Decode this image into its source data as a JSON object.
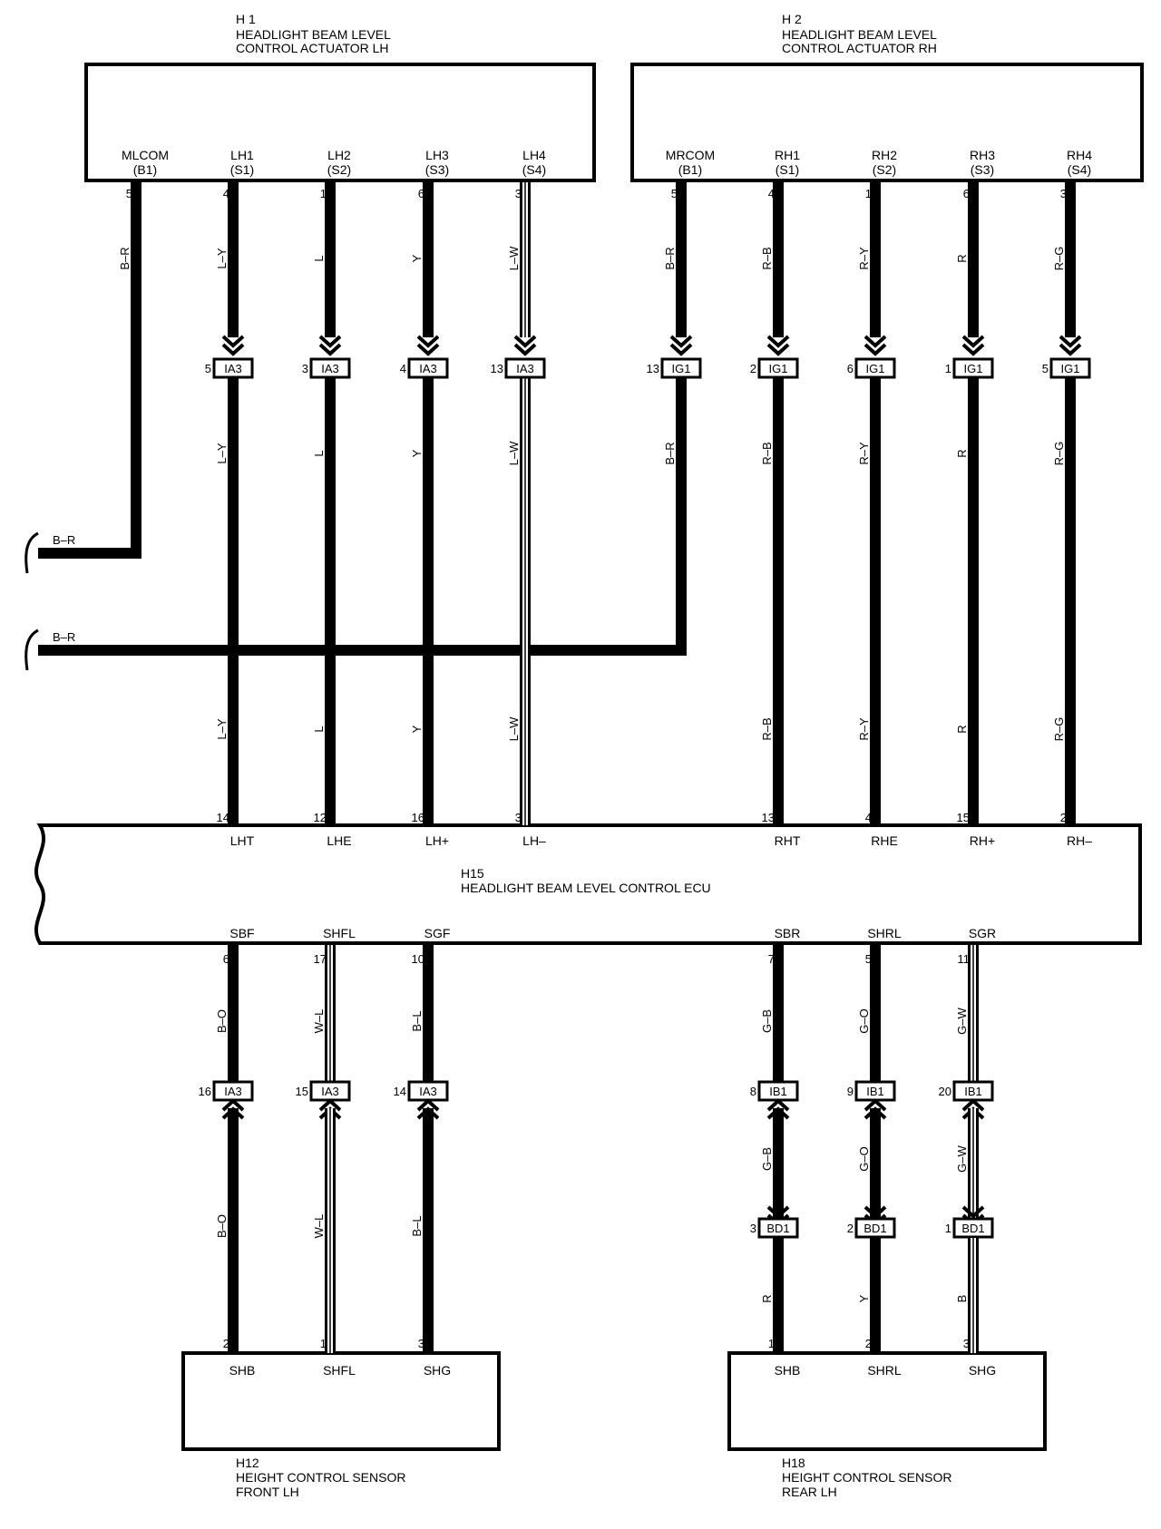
{
  "components": {
    "h1": {
      "id": "H 1",
      "line1": "HEADLIGHT BEAM LEVEL",
      "line2": "CONTROL ACTUATOR LH"
    },
    "h2": {
      "id": "H 2",
      "line1": "HEADLIGHT BEAM LEVEL",
      "line2": "CONTROL ACTUATOR RH"
    },
    "h15": {
      "id": "H15",
      "line1": "HEADLIGHT BEAM LEVEL CONTROL ECU"
    },
    "h12": {
      "id": "H12",
      "line1": "HEIGHT CONTROL SENSOR",
      "line2": "FRONT LH"
    },
    "h18": {
      "id": "H18",
      "line1": "HEIGHT CONTROL SENSOR",
      "line2": "REAR LH"
    }
  },
  "actuator_pins": [
    {
      "name": "MLCOM",
      "sub": "(B1)",
      "num": "5"
    },
    {
      "name": "LH1",
      "sub": "(S1)",
      "num": "4"
    },
    {
      "name": "LH2",
      "sub": "(S2)",
      "num": "1"
    },
    {
      "name": "LH3",
      "sub": "(S3)",
      "num": "6"
    },
    {
      "name": "LH4",
      "sub": "(S4)",
      "num": "3"
    },
    {
      "name": "MRCOM",
      "sub": "(B1)",
      "num": "5"
    },
    {
      "name": "RH1",
      "sub": "(S1)",
      "num": "4"
    },
    {
      "name": "RH2",
      "sub": "(S2)",
      "num": "1"
    },
    {
      "name": "RH3",
      "sub": "(S3)",
      "num": "6"
    },
    {
      "name": "RH4",
      "sub": "(S4)",
      "num": "3"
    }
  ],
  "upper_wires": [
    {
      "top": "B–R",
      "conn_pin": "",
      "conn": "",
      "mid": "",
      "low": "",
      "ecu_pin": "",
      "ecu_name": ""
    },
    {
      "top": "L–Y",
      "conn_pin": "5",
      "conn": "IA3",
      "mid": "L–Y",
      "low": "L–Y",
      "ecu_pin": "14",
      "ecu_name": "LHT"
    },
    {
      "top": "L",
      "conn_pin": "3",
      "conn": "IA3",
      "mid": "L",
      "low": "L",
      "ecu_pin": "12",
      "ecu_name": "LHE"
    },
    {
      "top": "Y",
      "conn_pin": "4",
      "conn": "IA3",
      "mid": "Y",
      "low": "Y",
      "ecu_pin": "16",
      "ecu_name": "LH+"
    },
    {
      "top": "L–W",
      "conn_pin": "13",
      "conn": "IA3",
      "mid": "L–W",
      "low": "L–W",
      "ecu_pin": "3",
      "ecu_name": "LH–"
    },
    {
      "top": "B–R",
      "conn_pin": "13",
      "conn": "IG1",
      "mid": "B–R",
      "low": "",
      "ecu_pin": "",
      "ecu_name": ""
    },
    {
      "top": "R–B",
      "conn_pin": "2",
      "conn": "IG1",
      "mid": "R–B",
      "low": "R–B",
      "ecu_pin": "13",
      "ecu_name": "RHT"
    },
    {
      "top": "R–Y",
      "conn_pin": "6",
      "conn": "IG1",
      "mid": "R–Y",
      "low": "R–Y",
      "ecu_pin": "4",
      "ecu_name": "RHE"
    },
    {
      "top": "R",
      "conn_pin": "1",
      "conn": "IG1",
      "mid": "R",
      "low": "R",
      "ecu_pin": "15",
      "ecu_name": "RH+"
    },
    {
      "top": "R–G",
      "conn_pin": "5",
      "conn": "IG1",
      "mid": "R–G",
      "low": "R–G",
      "ecu_pin": "2",
      "ecu_name": "RH–"
    }
  ],
  "ground_labels": [
    "B–R",
    "B–R"
  ],
  "lower_wires": [
    {
      "ecu_name": "SBF",
      "ecu_pin": "6",
      "upper": "B–O",
      "conn_pin": "16",
      "conn": "IA3",
      "mid": "",
      "conn2_pin": "",
      "conn2": "",
      "lower": "B–O",
      "sensor_pin": "2",
      "sensor_name": "SHB"
    },
    {
      "ecu_name": "SHFL",
      "ecu_pin": "17",
      "upper": "W–L",
      "conn_pin": "15",
      "conn": "IA3",
      "mid": "",
      "conn2_pin": "",
      "conn2": "",
      "lower": "W–L",
      "sensor_pin": "1",
      "sensor_name": "SHFL"
    },
    {
      "ecu_name": "SGF",
      "ecu_pin": "10",
      "upper": "B–L",
      "conn_pin": "14",
      "conn": "IA3",
      "mid": "",
      "conn2_pin": "",
      "conn2": "",
      "lower": "B–L",
      "sensor_pin": "3",
      "sensor_name": "SHG"
    },
    {
      "ecu_name": "SBR",
      "ecu_pin": "7",
      "upper": "G–B",
      "conn_pin": "8",
      "conn": "IB1",
      "mid": "G–B",
      "conn2_pin": "3",
      "conn2": "BD1",
      "lower": "R",
      "sensor_pin": "1",
      "sensor_name": "SHB"
    },
    {
      "ecu_name": "SHRL",
      "ecu_pin": "5",
      "upper": "G–O",
      "conn_pin": "9",
      "conn": "IB1",
      "mid": "G–O",
      "conn2_pin": "2",
      "conn2": "BD1",
      "lower": "Y",
      "sensor_pin": "2",
      "sensor_name": "SHRL"
    },
    {
      "ecu_name": "SGR",
      "ecu_pin": "11",
      "upper": "G–W",
      "conn_pin": "20",
      "conn": "IB1",
      "mid": "G–W",
      "conn2_pin": "1",
      "conn2": "BD1",
      "lower": "B",
      "sensor_pin": "3",
      "sensor_name": "SHG"
    }
  ]
}
